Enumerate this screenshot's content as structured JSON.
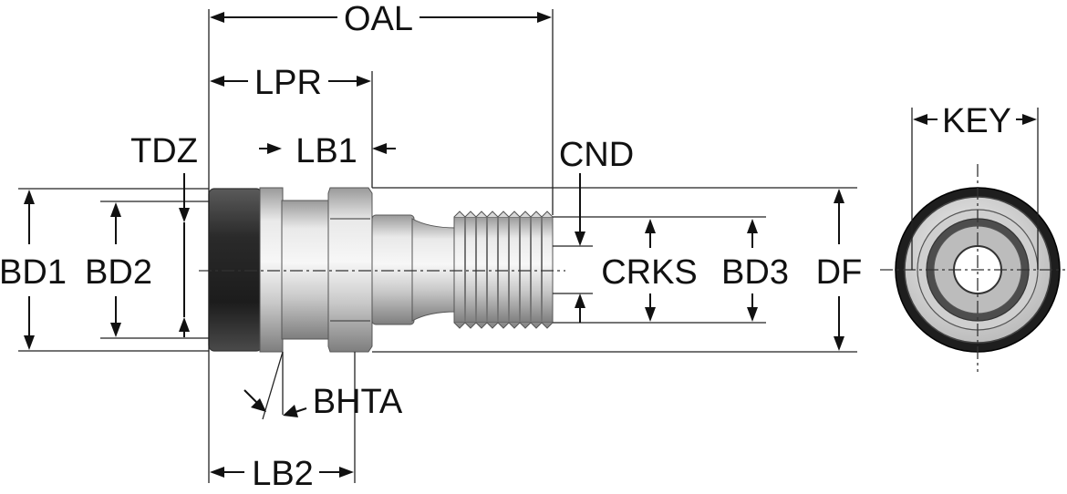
{
  "title": "Pull stud dimension drawing",
  "labels": {
    "oal": "OAL",
    "lpr": "LPR",
    "tdz": "TDZ",
    "lb1": "LB1",
    "cnd": "CND",
    "bd1": "BD1",
    "bd2": "BD2",
    "crks": "CRKS",
    "bd3": "BD3",
    "df": "DF",
    "key": "KEY",
    "bhta": "BHTA",
    "lb2": "LB2"
  },
  "colors": {
    "line": "#111111",
    "steel_light": "#e8e8e8",
    "steel_mid": "#c4c4c4",
    "steel_dark": "#8c8c8c",
    "rubber_ring": "#2a2a2a"
  }
}
